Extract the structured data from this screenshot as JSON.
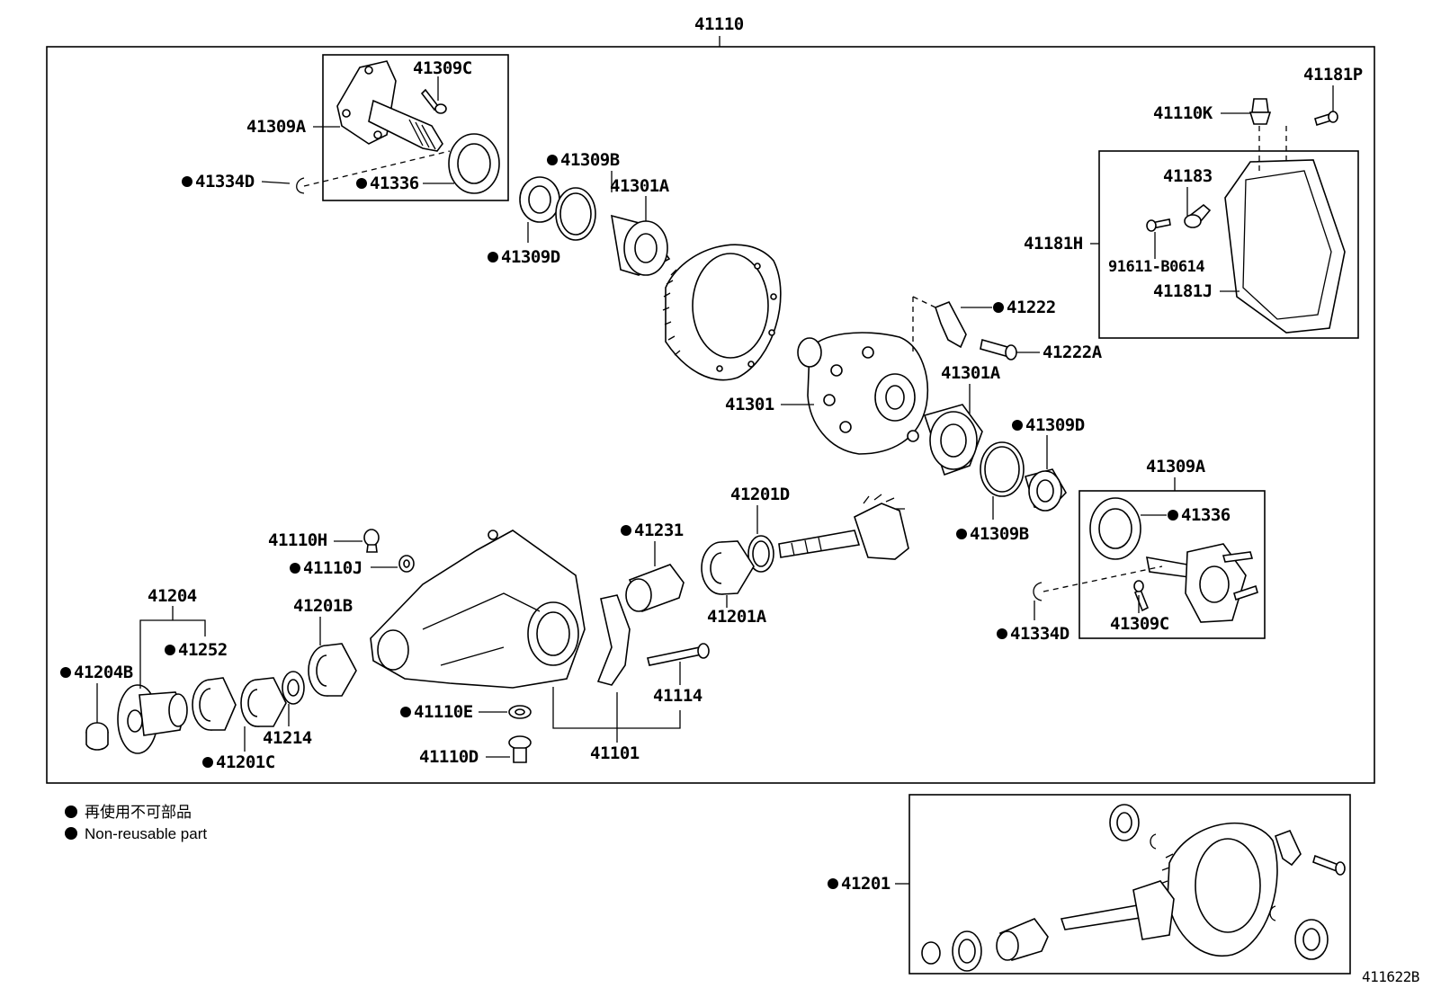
{
  "diagram": {
    "assembly_label": "41110",
    "figure_code": "411622B",
    "legend": {
      "line_jp": "再使用不可部品",
      "line_en": "Non-reusable part"
    },
    "labels": {
      "l41309C_top": "41309C",
      "l41309A_top": "41309A",
      "l41334D_top": "41334D",
      "l41336_top": "41336",
      "l41309B_top": "41309B",
      "l41301A_top": "41301A",
      "l41309D_top": "41309D",
      "l41181P": "41181P",
      "l41110K": "41110K",
      "l41183": "41183",
      "l41181H": "41181H",
      "l91611": "91611-B0614",
      "l41181J": "41181J",
      "l41222": "41222",
      "l41222A": "41222A",
      "l41301": "41301",
      "l41301A_mid": "41301A",
      "l41309D_mid": "41309D",
      "l41309A_right": "41309A",
      "l41336_right": "41336",
      "l41309B_mid": "41309B",
      "l41334D_right": "41334D",
      "l41309C_right": "41309C",
      "l41201D": "41201D",
      "l41231": "41231",
      "l41201A": "41201A",
      "l41110H": "41110H",
      "l41110J": "41110J",
      "l41204": "41204",
      "l41252": "41252",
      "l41204B": "41204B",
      "l41201B": "41201B",
      "l41214": "41214",
      "l41201C": "41201C",
      "l41114": "41114",
      "l41110E": "41110E",
      "l41110D": "41110D",
      "l41101": "41101",
      "l41201": "41201"
    }
  }
}
